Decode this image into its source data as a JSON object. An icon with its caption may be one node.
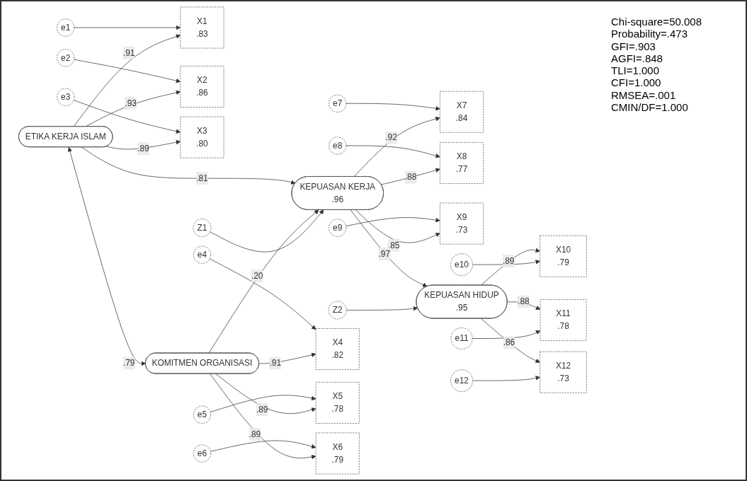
{
  "diagram": {
    "nodes": [
      {
        "text": [
          "e1"
        ]
      },
      {
        "text": [
          "X1",
          ".83"
        ]
      },
      {
        "text": [
          "ETIKA KERJA ISLAM"
        ]
      },
      {
        "text": [
          "e2"
        ]
      },
      {
        "text": [
          "X2",
          ".86"
        ]
      },
      {
        "text": [
          "e3"
        ]
      },
      {
        "text": [
          "X3",
          ".80"
        ]
      },
      {
        "text": [
          "e7"
        ]
      },
      {
        "text": [
          "e8"
        ]
      },
      {
        "text": [
          "e9"
        ]
      },
      {
        "text": [
          "X7",
          ".84"
        ]
      },
      {
        "text": [
          "X8",
          ".77"
        ]
      },
      {
        "text": [
          "X9",
          ".73"
        ]
      },
      {
        "text": [
          "KEPUASAN KERJA",
          ".96"
        ]
      },
      {
        "text": [
          "Z1"
        ]
      },
      {
        "text": [
          "Z2"
        ]
      },
      {
        "text": [
          "KEPUASAN HIDUP",
          ".95"
        ]
      },
      {
        "text": [
          "X10",
          ".79"
        ]
      },
      {
        "text": [
          "e10"
        ]
      },
      {
        "text": [
          "X11",
          ".78"
        ]
      },
      {
        "text": [
          "e11"
        ]
      },
      {
        "text": [
          "X12",
          ".73"
        ]
      },
      {
        "text": [
          "e12"
        ]
      },
      {
        "text": [
          "e4"
        ]
      },
      {
        "text": [
          "X4",
          ".82"
        ]
      },
      {
        "text": [
          "KOMITMEN ORGANISASI"
        ]
      },
      {
        "text": [
          "e5"
        ]
      },
      {
        "text": [
          "X5",
          ".78"
        ]
      },
      {
        "text": [
          "e6"
        ]
      },
      {
        "text": [
          "X6",
          ".79"
        ]
      }
    ],
    "edges": [
      {
        "from": 0,
        "to": 1,
        "arrow": "to"
      },
      {
        "from": 3,
        "to": 4,
        "arrow": "to"
      },
      {
        "from": 5,
        "to": 6,
        "arrow": "to"
      },
      {
        "from": 2,
        "to": 1,
        "arrow": "to",
        "label": ".91"
      },
      {
        "from": 2,
        "to": 4,
        "arrow": "to",
        "label": ".93"
      },
      {
        "from": 2,
        "to": 6,
        "arrow": "to",
        "label": ".89"
      },
      {
        "from": 23,
        "to": 24,
        "arrow": "to"
      },
      {
        "from": 26,
        "to": 27,
        "arrow": "to"
      },
      {
        "from": 28,
        "to": 29,
        "arrow": "to"
      },
      {
        "from": 25,
        "to": 24,
        "arrow": "to",
        "label": ".91"
      },
      {
        "from": 25,
        "to": 27,
        "arrow": "to",
        "label": ".89"
      },
      {
        "from": 25,
        "to": 29,
        "arrow": "to",
        "label": ".89"
      },
      {
        "from": 2,
        "to": 25,
        "arrow": "both",
        "label": ".79"
      },
      {
        "from": 2,
        "to": 13,
        "arrow": "to",
        "label": ".81"
      },
      {
        "from": 25,
        "to": 13,
        "arrow": "to",
        "label": ".20"
      },
      {
        "from": 7,
        "to": 10,
        "arrow": "to"
      },
      {
        "from": 8,
        "to": 11,
        "arrow": "to"
      },
      {
        "from": 9,
        "to": 12,
        "arrow": "to"
      },
      {
        "from": 13,
        "to": 10,
        "arrow": "to",
        "label": ".92"
      },
      {
        "from": 13,
        "to": 11,
        "arrow": "to",
        "label": ".88"
      },
      {
        "from": 13,
        "to": 12,
        "arrow": "to",
        "label": ".85"
      },
      {
        "from": 14,
        "to": 13,
        "arrow": "to"
      },
      {
        "from": 13,
        "to": 16,
        "arrow": "to",
        "label": ".97"
      },
      {
        "from": 15,
        "to": 16,
        "arrow": "to"
      },
      {
        "from": 16,
        "to": 17,
        "arrow": "to",
        "label": ".89"
      },
      {
        "from": 16,
        "to": 19,
        "arrow": "to",
        "label": ".88"
      },
      {
        "from": 16,
        "to": 21,
        "arrow": "to",
        "label": ".86"
      },
      {
        "from": 18,
        "to": 17,
        "arrow": "to"
      },
      {
        "from": 20,
        "to": 19,
        "arrow": "to"
      },
      {
        "from": 22,
        "to": 21,
        "arrow": "to"
      }
    ],
    "labels": [
      "Chi-square=50.008",
      "Probability=.473",
      "GFI=.903",
      "AGFI=.848",
      "TLI=1.000",
      "CFI=1.000",
      "RMSEA=.001",
      "CMIN/DF=1.000"
    ]
  }
}
